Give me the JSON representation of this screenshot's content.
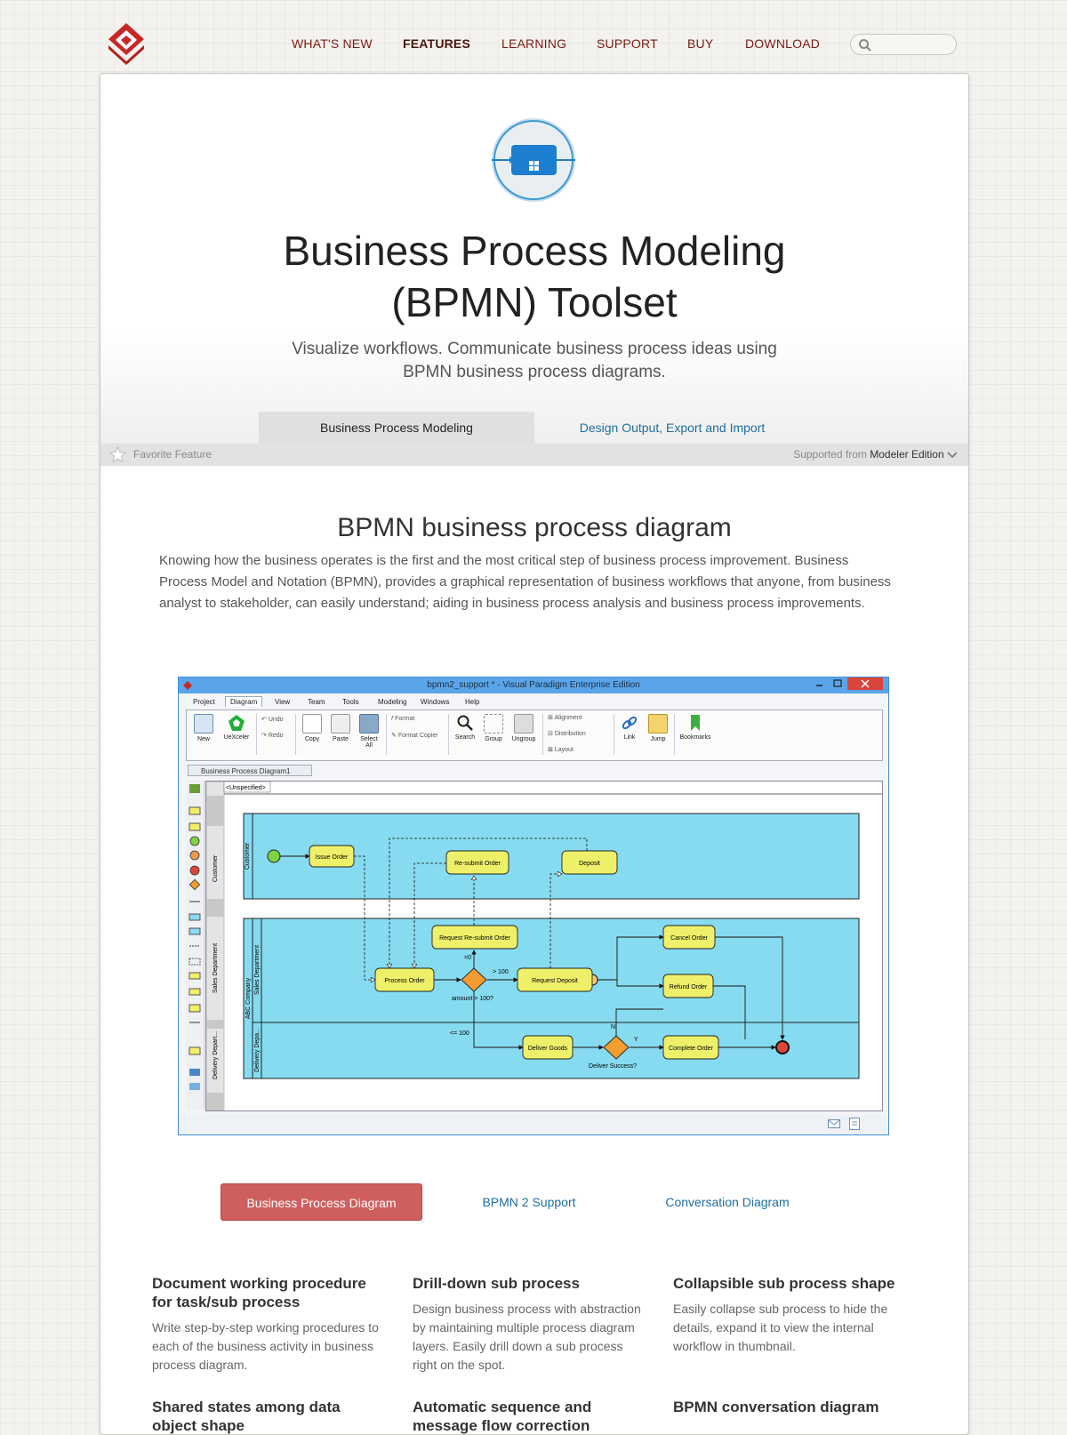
{
  "brand": {
    "logo_color": "#cc2f2f"
  },
  "nav": {
    "items": [
      "WHAT'S NEW",
      "FEATURES",
      "LEARNING",
      "SUPPORT",
      "BUY",
      "DOWNLOAD"
    ],
    "active": "FEATURES",
    "link_color": "#7a1a12"
  },
  "search": {
    "placeholder": "",
    "value": ""
  },
  "hero": {
    "icon": "bpmn-task-icon",
    "title_line1": "Business Process Modeling",
    "title_line2": "(BPMN) Toolset",
    "subtitle_line1": "Visualize workflows. Communicate business process ideas using",
    "subtitle_line2": "BPMN business process diagrams."
  },
  "feature_tabs": [
    {
      "label": "Business Process Modeling",
      "active": true
    },
    {
      "label": "Design Output, Export and Import",
      "active": false
    }
  ],
  "favorite_bar": {
    "favorite_label": "Favorite Feature",
    "supported_prefix": "Supported from",
    "edition": "Modeler Edition"
  },
  "section": {
    "heading": "BPMN business process diagram",
    "intro": "Knowing how the business operates is the first and the most critical step of business process improvement. Business Process Model and Notation (BPMN), provides a graphical representation of business workflows that anyone, from business analyst to stakeholder, can easily understand; aiding in business process analysis and business process improvements."
  },
  "screenshot": {
    "window_title": "bpmn2_support * - Visual Paradigm Enterprise Edition",
    "menu": [
      "Project",
      "Diagram",
      "View",
      "Team",
      "Tools",
      "Modeling",
      "Windows",
      "Help"
    ],
    "menu_active": "Diagram",
    "ribbon": {
      "new": "New",
      "uexceler": "UeXceler",
      "undo": "Undo",
      "redo": "Redo",
      "copy": "Copy",
      "paste": "Paste",
      "select": "Select",
      "select2": "All",
      "format": "Format",
      "format_copier": "Format Copier",
      "search": "Search",
      "group": "Group",
      "ungroup": "Ungroup",
      "alignment": "Alignment",
      "distribution": "Distribution",
      "layout": "Layout",
      "link": "Link",
      "jump": "Jump",
      "bookmarks": "Bookmarks"
    },
    "doc_tab": "Business Process Diagram1",
    "unspecified": "<Unspecified>",
    "pool_color": "#86dbf0",
    "task_color": "#eef06a",
    "gateway_color": "#f39c2f",
    "lanes": {
      "customer": "Customer",
      "company": "ABC Company",
      "sales": "Sales Department",
      "delivery_short": "Delivery Depa...",
      "left_customer": "Customer",
      "left_sales": "Sales Department",
      "left_delivery": "Delivery Depart..."
    },
    "tasks": {
      "issue_order": "Issue Order",
      "resubmit_order": "Re-submit Order",
      "deposit": "Deposit",
      "request_resubmit": "Request Re-submit Order",
      "process_order": "Process Order",
      "request_deposit": "Request Deposit",
      "cancel_order": "Cancel Order",
      "refund_order": "Refund Order",
      "deliver_goods": "Deliver Goods",
      "complete_order": "Complete Order"
    },
    "labels": {
      "eq0": "=0",
      "gt100": "> 100",
      "amount": "amount > 100?",
      "le100": "<= 100",
      "n": "N",
      "y": "Y",
      "deliver_success": "Deliver Success?"
    }
  },
  "sub_tabs": [
    {
      "label": "Business Process Diagram",
      "active": true
    },
    {
      "label": "BPMN 2 Support",
      "active": false
    },
    {
      "label": "Conversation Diagram",
      "active": false
    }
  ],
  "features": [
    {
      "title": "Document working procedure for task/sub process",
      "text": "Write step-by-step working procedures to each of the business activity in business process diagram."
    },
    {
      "title": "Drill-down sub process",
      "text": "Design business process with abstraction by maintaining multiple process diagram layers. Easily drill down a sub process right on the spot."
    },
    {
      "title": "Collapsible sub process shape",
      "text": "Easily collapse sub process to hide the details, expand it to view the internal workflow in thumbnail."
    },
    {
      "title": "Shared states among data object shape",
      "text": ""
    },
    {
      "title": "Automatic sequence and message flow correction",
      "text": ""
    },
    {
      "title": "BPMN conversation diagram",
      "text": ""
    }
  ]
}
